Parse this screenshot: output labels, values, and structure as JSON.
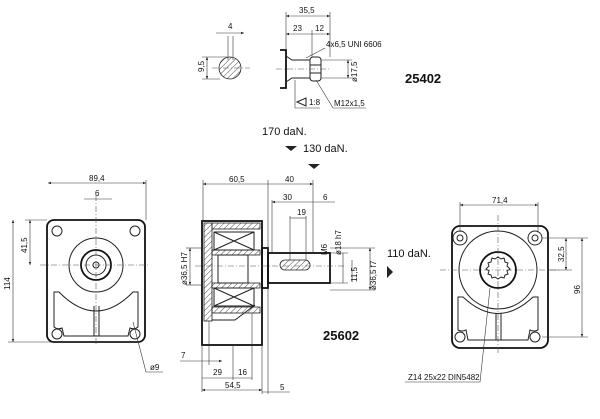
{
  "top_detail": {
    "key_width": "4",
    "key_depth": "9,5",
    "total_length": "35,5",
    "taper_length": "23",
    "thread_length": "12",
    "key_spec": "4x6,5 UNI 6606",
    "shaft_diameter": "ø17,5",
    "taper": "1:8",
    "thread": "M12x1,5",
    "part_number": "25402"
  },
  "loads": {
    "axial_1": "170 daN.",
    "axial_2": "130 daN.",
    "radial": "110 daN."
  },
  "front_view": {
    "width": "89,4",
    "key": "6",
    "offset": "41,5",
    "height": "114",
    "hole": "ø9"
  },
  "section_view": {
    "body_length": "60,5",
    "shaft_length": "40",
    "key_length": "30",
    "key_offset": "6",
    "thread_depth": "19",
    "pilot": "ø36,5 H7",
    "thread": "M6",
    "shaft_diameter": "ø18 h7",
    "key_height": "11,5",
    "spigot": "ø36,5 f7",
    "part_number": "25602",
    "dim_7": "7",
    "dim_29": "29",
    "dim_16": "16",
    "dim_54_5": "54,5",
    "dim_5": "5"
  },
  "rear_view": {
    "hole_spacing": "71,4",
    "offset": "32,5",
    "height": "96",
    "spline": "Z14  25x22  DIN5482"
  }
}
